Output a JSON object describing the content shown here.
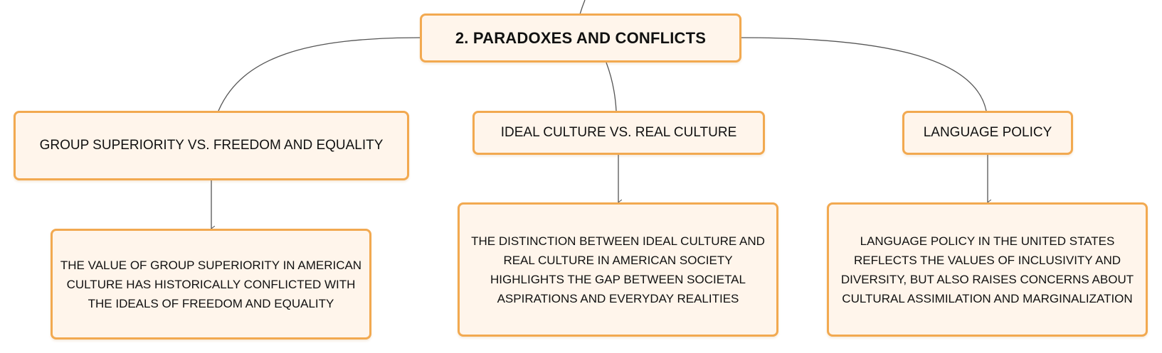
{
  "diagram": {
    "root": {
      "label": "2. PARADOXES AND CONFLICTS"
    },
    "topics": [
      {
        "label": "GROUP SUPERIORITY VS. FREEDOM AND EQUALITY",
        "detail": "THE VALUE OF GROUP SUPERIORITY IN AMERICAN CULTURE HAS HISTORICALLY CONFLICTED WITH THE IDEALS OF FREEDOM AND EQUALITY"
      },
      {
        "label": "IDEAL CULTURE VS. REAL CULTURE",
        "detail": "THE DISTINCTION BETWEEN IDEAL CULTURE AND REAL CULTURE IN AMERICAN SOCIETY HIGHLIGHTS THE GAP BETWEEN SOCIETAL ASPIRATIONS AND EVERYDAY REALITIES"
      },
      {
        "label": "LANGUAGE POLICY",
        "detail": "LANGUAGE POLICY IN THE UNITED STATES REFLECTS THE VALUES OF INCLUSIVITY AND DIVERSITY, BUT ALSO RAISES CONCERNS ABOUT CULTURAL ASSIMILATION AND MARGINALIZATION"
      }
    ],
    "colors": {
      "node_fill": "#fff5eb",
      "node_border": "#f2a950",
      "connector": "#555555"
    }
  }
}
